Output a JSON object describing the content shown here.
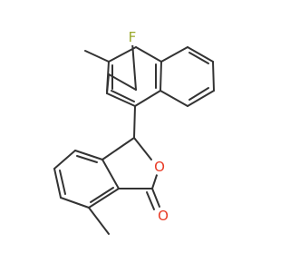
{
  "colors": {
    "bond": "#333333",
    "fluorine": "#9AA82A",
    "oxygen": "#E83A25",
    "background": "#ffffff"
  },
  "atoms": {
    "fluorine": {
      "label": "F"
    },
    "ring_oxygen": {
      "label": "O"
    },
    "carbonyl_oxygen": {
      "label": "O"
    }
  }
}
